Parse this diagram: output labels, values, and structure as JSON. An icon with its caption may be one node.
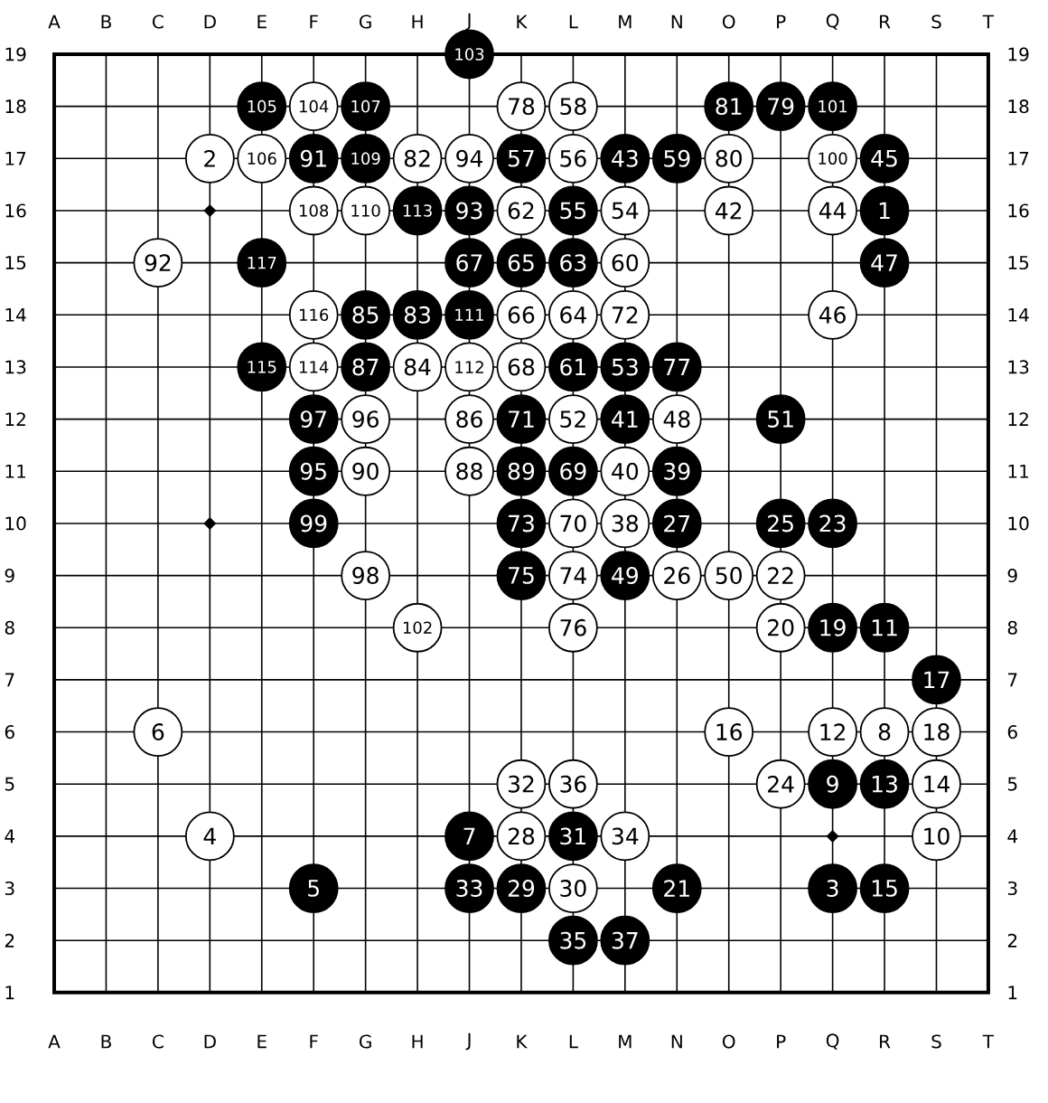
{
  "diagram": {
    "nodes": [
      {
        "text": [
          "103"
        ]
      },
      {
        "text": [
          "105"
        ]
      },
      {
        "text": [
          "104"
        ]
      },
      {
        "text": [
          "107"
        ]
      },
      {
        "text": [
          "78"
        ]
      },
      {
        "text": [
          "58"
        ]
      },
      {
        "text": [
          "81"
        ]
      },
      {
        "text": [
          "79"
        ]
      },
      {
        "text": [
          "101"
        ]
      },
      {
        "text": [
          "2"
        ]
      },
      {
        "text": [
          "106"
        ]
      },
      {
        "text": [
          "91"
        ]
      },
      {
        "text": [
          "109"
        ]
      },
      {
        "text": [
          "82"
        ]
      },
      {
        "text": [
          "94"
        ]
      },
      {
        "text": [
          "57"
        ]
      },
      {
        "text": [
          "56"
        ]
      },
      {
        "text": [
          "43"
        ]
      },
      {
        "text": [
          "59"
        ]
      },
      {
        "text": [
          "80"
        ]
      },
      {
        "text": [
          "100"
        ]
      },
      {
        "text": [
          "45"
        ]
      },
      {
        "text": [
          "108"
        ]
      },
      {
        "text": [
          "110"
        ]
      },
      {
        "text": [
          "113"
        ]
      },
      {
        "text": [
          "93"
        ]
      },
      {
        "text": [
          "62"
        ]
      },
      {
        "text": [
          "55"
        ]
      },
      {
        "text": [
          "54"
        ]
      },
      {
        "text": [
          "42"
        ]
      },
      {
        "text": [
          "44"
        ]
      },
      {
        "text": [
          "1"
        ]
      },
      {
        "text": [
          "92"
        ]
      },
      {
        "text": [
          "117"
        ]
      },
      {
        "text": [
          "67"
        ]
      },
      {
        "text": [
          "65"
        ]
      },
      {
        "text": [
          "63"
        ]
      },
      {
        "text": [
          "60"
        ]
      },
      {
        "text": [
          "47"
        ]
      },
      {
        "text": [
          "116"
        ]
      },
      {
        "text": [
          "85"
        ]
      },
      {
        "text": [
          "83"
        ]
      },
      {
        "text": [
          "111"
        ]
      },
      {
        "text": [
          "66"
        ]
      },
      {
        "text": [
          "64"
        ]
      },
      {
        "text": [
          "72"
        ]
      },
      {
        "text": [
          "46"
        ]
      },
      {
        "text": [
          "115"
        ]
      },
      {
        "text": [
          "114"
        ]
      },
      {
        "text": [
          "87"
        ]
      },
      {
        "text": [
          "84"
        ]
      },
      {
        "text": [
          "112"
        ]
      },
      {
        "text": [
          "68"
        ]
      },
      {
        "text": [
          "61"
        ]
      },
      {
        "text": [
          "53"
        ]
      },
      {
        "text": [
          "77"
        ]
      },
      {
        "text": [
          "97"
        ]
      },
      {
        "text": [
          "96"
        ]
      },
      {
        "text": [
          "86"
        ]
      },
      {
        "text": [
          "71"
        ]
      },
      {
        "text": [
          "52"
        ]
      },
      {
        "text": [
          "41"
        ]
      },
      {
        "text": [
          "48"
        ]
      },
      {
        "text": [
          "51"
        ]
      },
      {
        "text": [
          "95"
        ]
      },
      {
        "text": [
          "90"
        ]
      },
      {
        "text": [
          "88"
        ]
      },
      {
        "text": [
          "89"
        ]
      },
      {
        "text": [
          "69"
        ]
      },
      {
        "text": [
          "40"
        ]
      },
      {
        "text": [
          "39"
        ]
      },
      {
        "text": [
          "99"
        ]
      },
      {
        "text": [
          "73"
        ]
      },
      {
        "text": [
          "70"
        ]
      },
      {
        "text": [
          "38"
        ]
      },
      {
        "text": [
          "27"
        ]
      },
      {
        "text": [
          "25"
        ]
      },
      {
        "text": [
          "23"
        ]
      },
      {
        "text": [
          "98"
        ]
      },
      {
        "text": [
          "75"
        ]
      },
      {
        "text": [
          "74"
        ]
      },
      {
        "text": [
          "49"
        ]
      },
      {
        "text": [
          "26"
        ]
      },
      {
        "text": [
          "50"
        ]
      },
      {
        "text": [
          "22"
        ]
      },
      {
        "text": [
          "102"
        ]
      },
      {
        "text": [
          "76"
        ]
      },
      {
        "text": [
          "20"
        ]
      },
      {
        "text": [
          "19"
        ]
      },
      {
        "text": [
          "11"
        ]
      },
      {
        "text": [
          "17"
        ]
      },
      {
        "text": [
          "6"
        ]
      },
      {
        "text": [
          "16"
        ]
      },
      {
        "text": [
          "12"
        ]
      },
      {
        "text": [
          "8"
        ]
      },
      {
        "text": [
          "18"
        ]
      },
      {
        "text": [
          "32"
        ]
      },
      {
        "text": [
          "36"
        ]
      },
      {
        "text": [
          "24"
        ]
      },
      {
        "text": [
          "9"
        ]
      },
      {
        "text": [
          "13"
        ]
      },
      {
        "text": [
          "14"
        ]
      },
      {
        "text": [
          "4"
        ]
      },
      {
        "text": [
          "7"
        ]
      },
      {
        "text": [
          "28"
        ]
      },
      {
        "text": [
          "31"
        ]
      },
      {
        "text": [
          "34"
        ]
      },
      {
        "text": [
          "10"
        ]
      },
      {
        "text": [
          "5"
        ]
      },
      {
        "text": [
          "33"
        ]
      },
      {
        "text": [
          "29"
        ]
      },
      {
        "text": [
          "30"
        ]
      },
      {
        "text": [
          "21"
        ]
      },
      {
        "text": [
          "3"
        ]
      },
      {
        "text": [
          "15"
        ]
      },
      {
        "text": [
          "35"
        ]
      },
      {
        "text": [
          "37"
        ]
      }
    ],
    "labels": [
      "A",
      "B",
      "C",
      "D",
      "E",
      "F",
      "G",
      "H",
      "J",
      "K",
      "L",
      "M",
      "N",
      "O",
      "P",
      "Q",
      "R",
      "S",
      "T",
      "19",
      "19",
      "18",
      "18",
      "17",
      "17",
      "16",
      "16",
      "15",
      "15",
      "14",
      "14",
      "13",
      "13",
      "12",
      "12",
      "11",
      "11",
      "10",
      "10",
      "9",
      "9",
      "8",
      "8",
      "7",
      "7",
      "6",
      "6",
      "5",
      "5",
      "4",
      "4",
      "3",
      "3",
      "2",
      "2",
      "1",
      "1",
      "A",
      "B",
      "C",
      "D",
      "E",
      "F",
      "G",
      "H",
      "J",
      "K",
      "L",
      "M",
      "N",
      "O",
      "P",
      "Q",
      "R",
      "S",
      "T"
    ]
  }
}
